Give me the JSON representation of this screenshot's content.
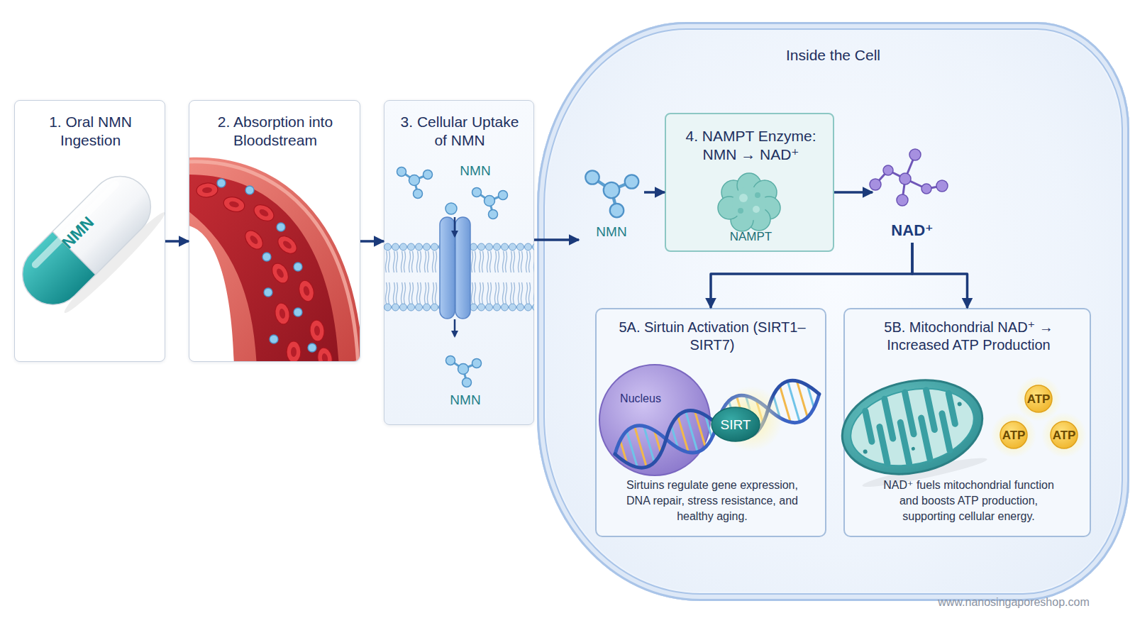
{
  "diagram": {
    "nodes": [
      {
        "text": [
          "1. Oral NMN Ingestion"
        ]
      },
      {
        "text": [
          "2. Absorption into Bloodstream"
        ]
      },
      {
        "text": [
          "3. Cellular Uptake of NMN"
        ]
      },
      {
        "text": [
          "Inside the Cell"
        ]
      },
      {
        "text": [
          "NMN"
        ],
        "in": 3
      },
      {
        "text": [
          "4. NAMPT Enzyme: NMN → NAD⁺",
          "NAMPT"
        ],
        "in": 3
      },
      {
        "text": [
          "NAD⁺"
        ],
        "in": 3
      },
      {
        "text": [
          "5A. Sirtuin Activation (SIRT1–SIRT7)",
          "Sirtuins regulate gene expression, DNA repair, stress resistance, and healthy aging."
        ],
        "in": 3
      },
      {
        "text": [
          "5B. Mitochondrial NAD⁺ → Increased ATP Production",
          "NAD⁺ fuels mitochondrial function and boosts ATP production, supporting cellular energy."
        ],
        "in": 3
      }
    ],
    "edges": [
      {
        "from": 0,
        "to": 1,
        "arrow": "to"
      },
      {
        "from": 1,
        "to": 2,
        "arrow": "to"
      },
      {
        "from": 2,
        "to": 4,
        "arrow": "to"
      },
      {
        "from": 4,
        "to": 5,
        "arrow": "to"
      },
      {
        "from": 5,
        "to": 6,
        "arrow": "to"
      },
      {
        "from": 6,
        "to": 7,
        "arrow": "to"
      },
      {
        "from": 6,
        "to": 8,
        "arrow": "to"
      }
    ],
    "labels": [
      "NMN",
      "NMN",
      "NMN",
      "Nucleus",
      "SIRT",
      "ATP",
      "ATP",
      "ATP",
      "www.nanosingaporeshop.com"
    ]
  }
}
